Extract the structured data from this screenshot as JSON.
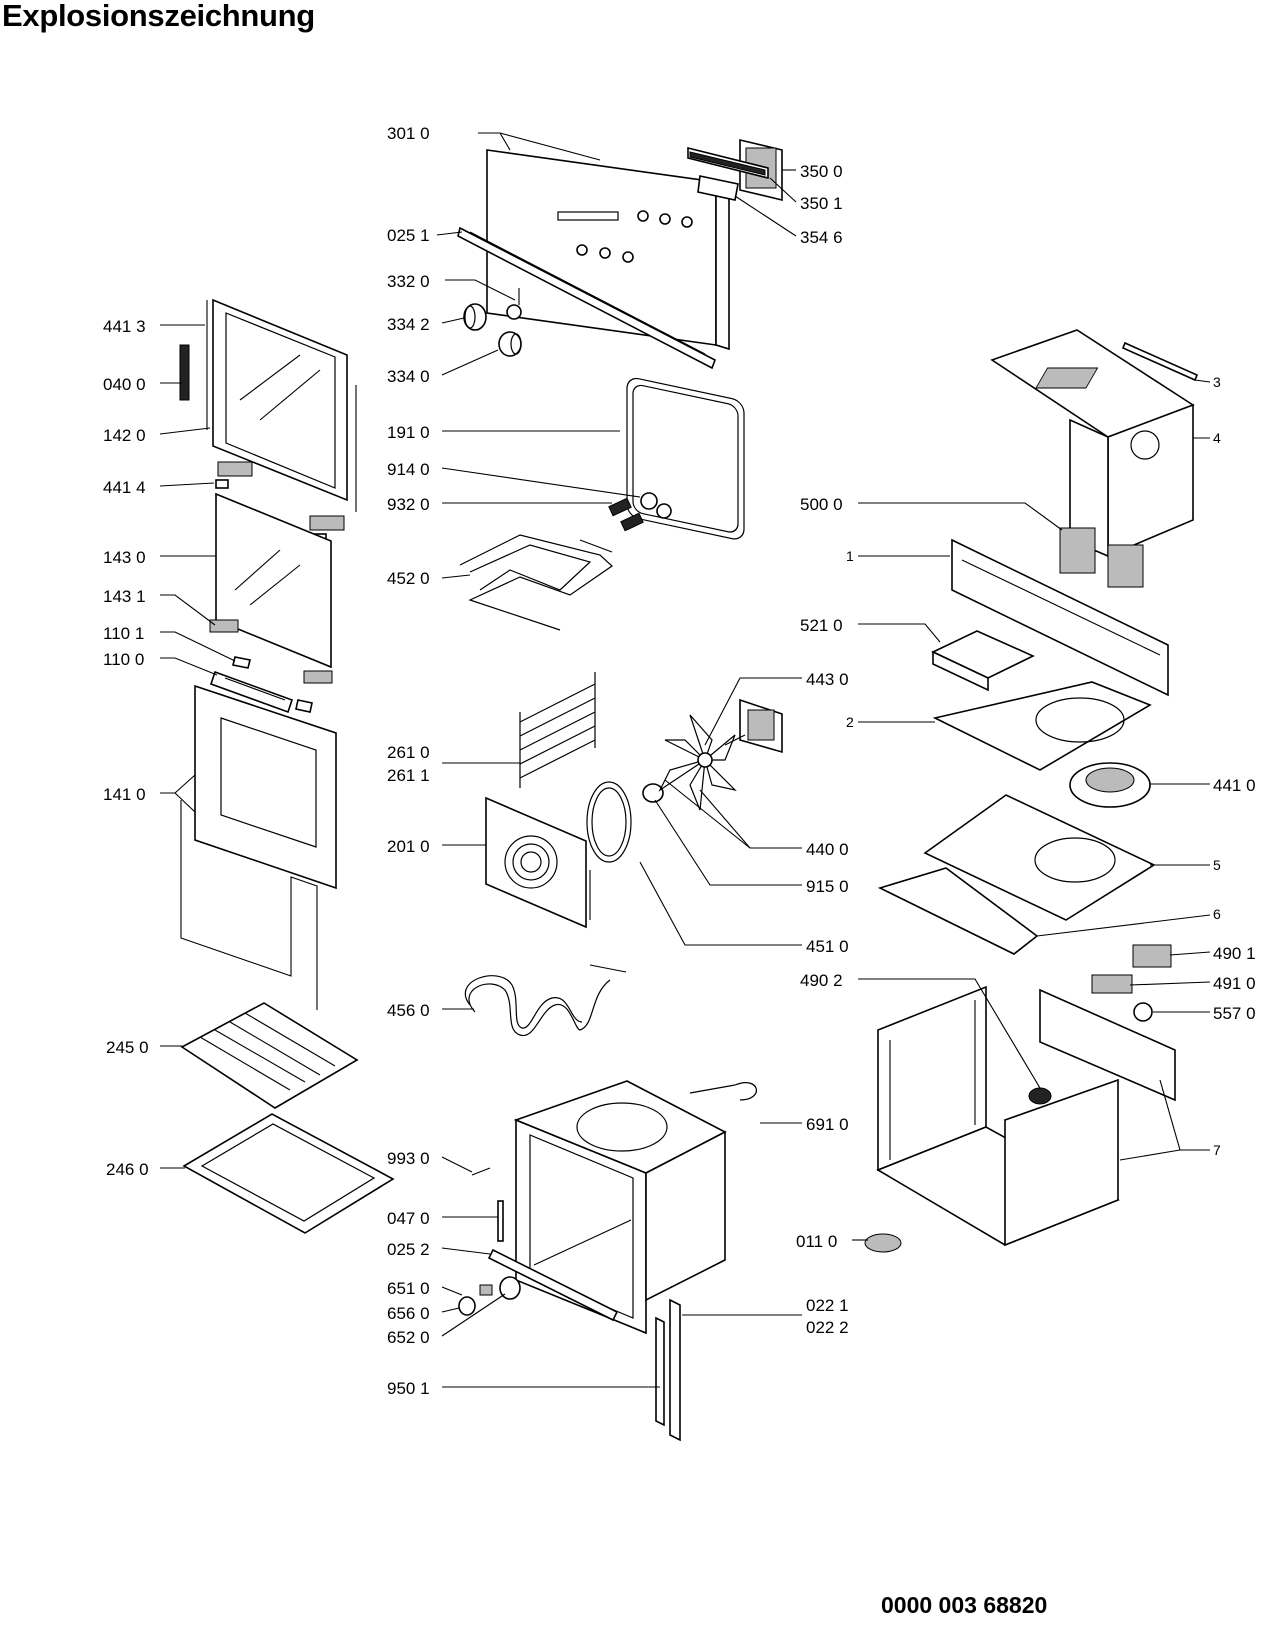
{
  "title": "Explosionszeichnung",
  "document_number": "0000 003 68820",
  "labels": {
    "l3010": "301 0",
    "l3500": "350 0",
    "l3501": "350 1",
    "l3546": "354 6",
    "l0251": "025 1",
    "l3320": "332 0",
    "l3342": "334 2",
    "l3340": "334 0",
    "l4413": "441 3",
    "l0400": "040 0",
    "l1420": "142 0",
    "l1910": "191 0",
    "l9140": "914 0",
    "l4414": "441 4",
    "l9320": "932 0",
    "l5000": "500 0",
    "l1430": "143 0",
    "l4520": "452 0",
    "l1431": "143 1",
    "l5210": "521 0",
    "l1101": "110 1",
    "l1100": "110 0",
    "l4430": "443 0",
    "l2610": "261 0",
    "l2611": "261 1",
    "l1410": "141 0",
    "l4410": "441 0",
    "l2010": "201 0",
    "l4400": "440 0",
    "l9150": "915 0",
    "l4510": "451 0",
    "l4901": "490 1",
    "l4902": "490 2",
    "l4910": "491 0",
    "l4560": "456 0",
    "l5570": "557 0",
    "l2450": "245 0",
    "l6910": "691 0",
    "l2460": "246 0",
    "l9930": "993 0",
    "l0470": "047 0",
    "l0252": "025 2",
    "l0110": "011 0",
    "l6510": "651 0",
    "l6560": "656 0",
    "l6520": "652 0",
    "l0221": "022 1",
    "l0222": "022 2",
    "l9501": "950 1",
    "n1": "1",
    "n2": "2",
    "n3": "3",
    "n4": "4",
    "n5": "5",
    "n6": "6",
    "n7": "7"
  }
}
